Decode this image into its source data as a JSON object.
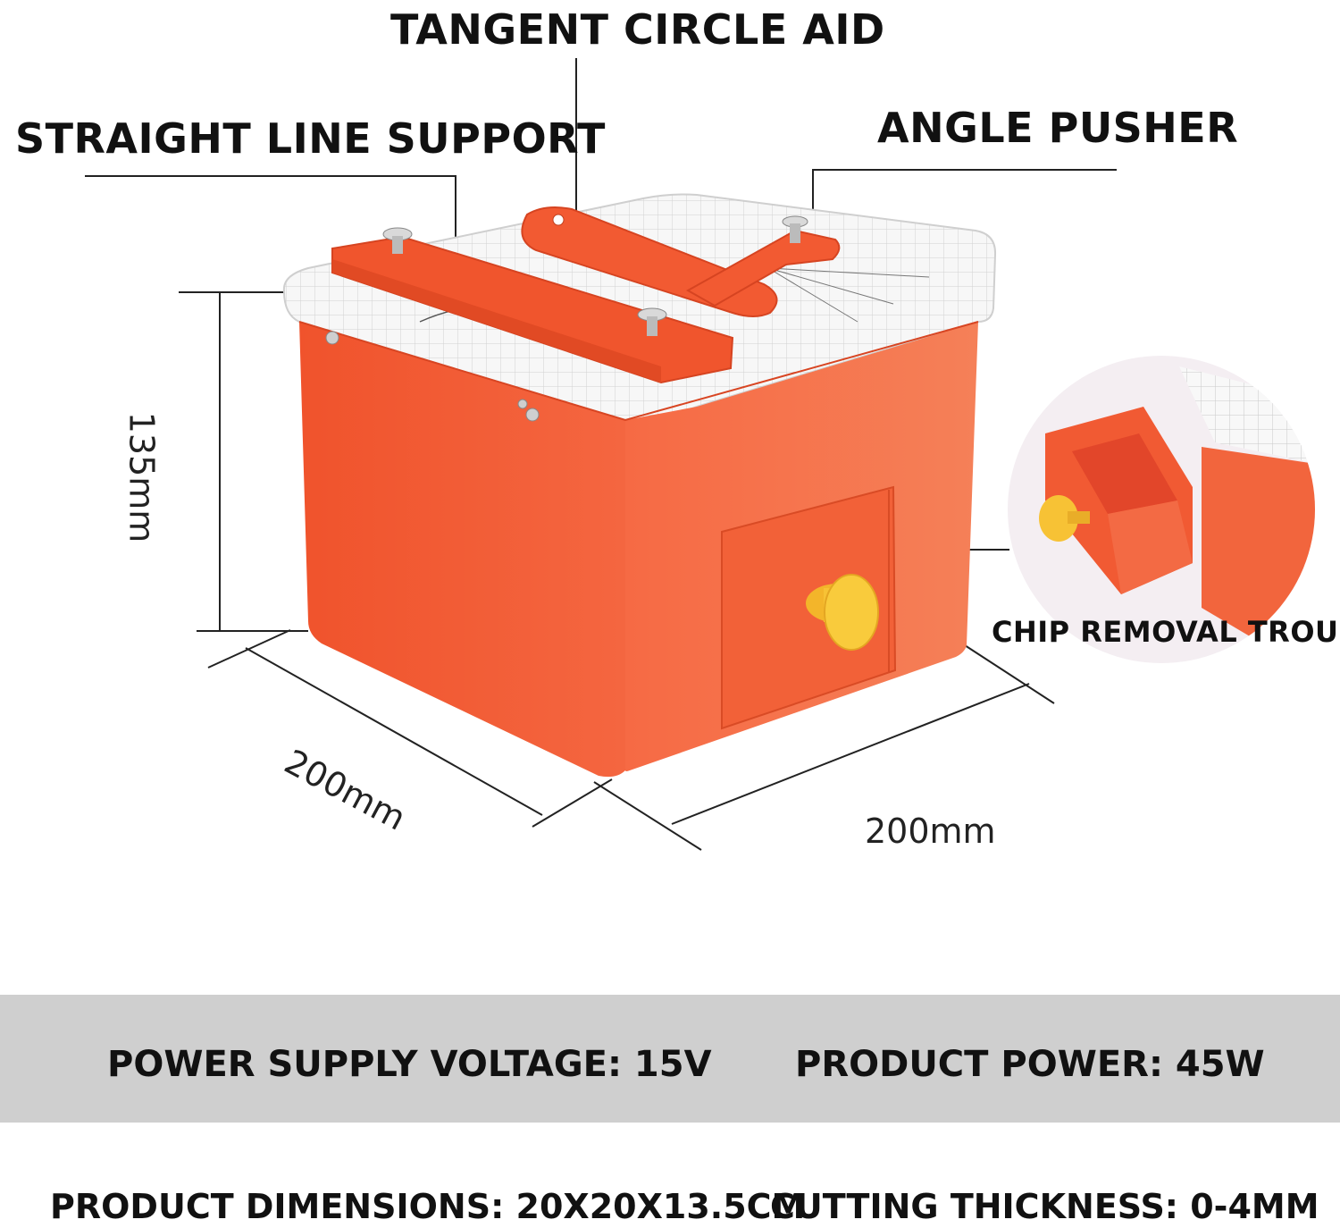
{
  "callouts": {
    "tangent_circle_aid": "TANGENT CIRCLE AID",
    "straight_line_support": "STRAIGHT LINE SUPPORT",
    "angle_pusher": "ANGLE PUSHER",
    "chip_removal_trough": "CHIP REMOVAL TROUGH"
  },
  "dimensions": {
    "height": "135mm",
    "depth": "200mm",
    "width": "200mm"
  },
  "specs": {
    "power_supply_voltage": "POWER SUPPLY VOLTAGE: 15V",
    "product_power": "PRODUCT POWER: 45W",
    "product_dimensions": "PRODUCT DIMENSIONS: 20X20X13.5CM",
    "cutting_thickness": "CUTTING THICKNESS: 0-4MM"
  },
  "colors": {
    "body_orange": "#f25a32",
    "knob_yellow": "#f7c235",
    "band_gray": "#cfcfcf"
  }
}
